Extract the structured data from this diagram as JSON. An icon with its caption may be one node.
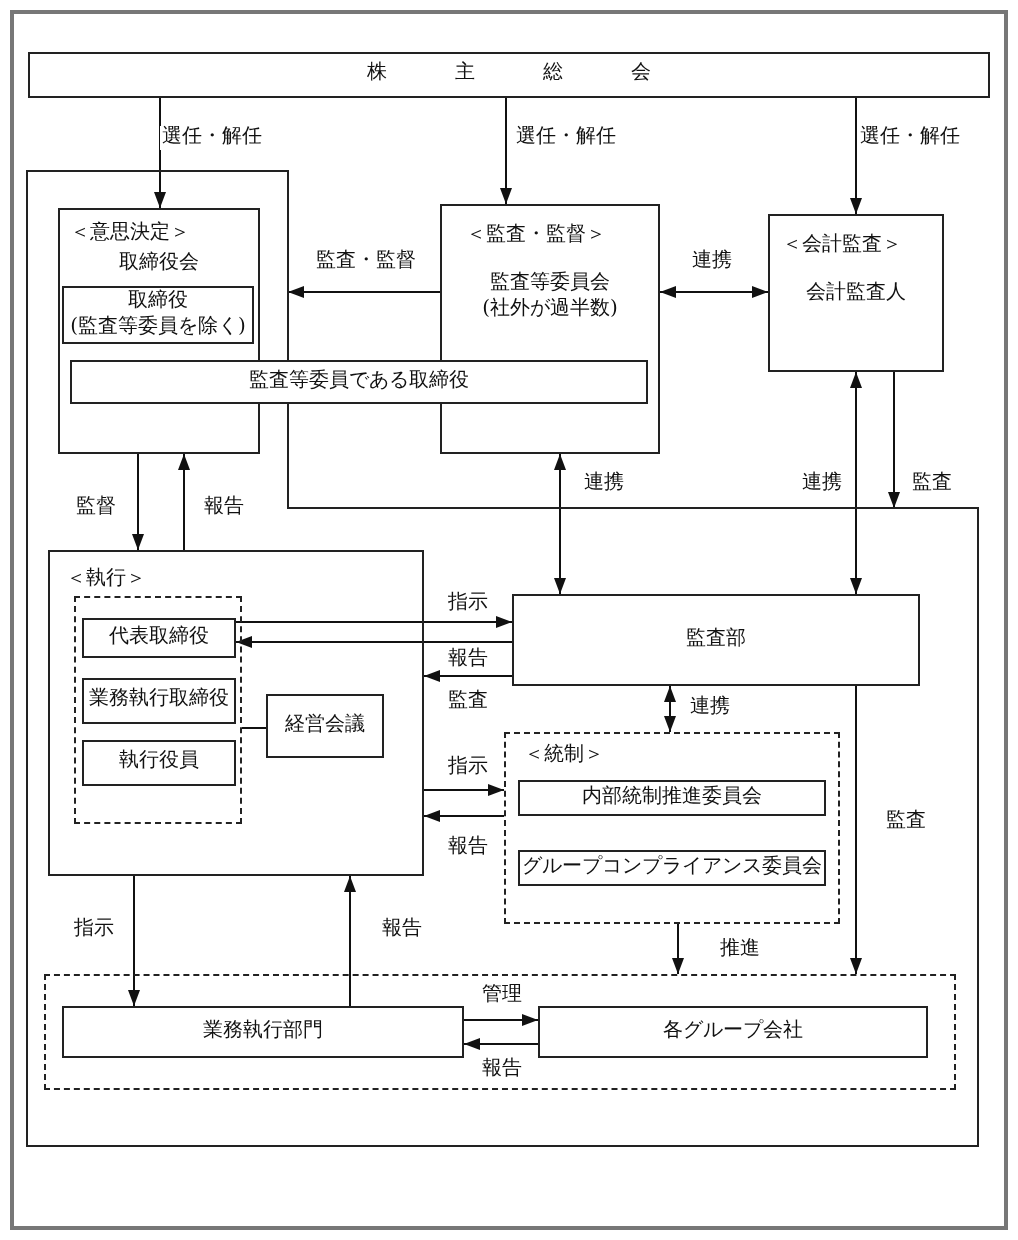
{
  "diagram": {
    "nodes": [
      {
        "text": [
          "株主総会"
        ]
      },
      {
        "text": [],
        "shape": "box"
      },
      {
        "text": [
          "＜意思決定＞",
          "取締役会"
        ],
        "in": 1
      },
      {
        "text": [
          "取締役 (監査等委員を除く)"
        ],
        "in": 2
      },
      {
        "text": [
          "＜監査・監督＞",
          "監査等委員会 (社外が過半数)"
        ]
      },
      {
        "text": [
          "監査等委員である取締役"
        ]
      },
      {
        "text": [
          "＜会計監査＞",
          "会計監査人"
        ]
      },
      {
        "text": [
          "＜執行＞"
        ],
        "in": 1
      },
      {
        "text": [],
        "shape": "box",
        "in": 7
      },
      {
        "text": [
          "代表取締役"
        ],
        "in": 8
      },
      {
        "text": [
          "業務執行取締役"
        ],
        "in": 8
      },
      {
        "text": [
          "執行役員"
        ],
        "in": 8
      },
      {
        "text": [
          "経営会議"
        ],
        "in": 7
      },
      {
        "text": [
          "監査部"
        ],
        "in": 1
      },
      {
        "text": [
          "＜統制＞"
        ],
        "in": 1
      },
      {
        "text": [
          "内部統制推進委員会"
        ],
        "in": 14
      },
      {
        "text": [
          "グループコンプライアンス委員会"
        ],
        "in": 14
      },
      {
        "text": [],
        "shape": "box",
        "in": 1
      },
      {
        "text": [
          "業務執行部門"
        ],
        "in": 17
      },
      {
        "text": [
          "各グループ会社"
        ],
        "in": 17
      }
    ],
    "edges": [
      {
        "from": 0,
        "to": 2,
        "arrow": "to",
        "label": "選任・解任"
      },
      {
        "from": 0,
        "to": 4,
        "arrow": "to",
        "label": "選任・解任"
      },
      {
        "from": 0,
        "to": 6,
        "arrow": "to",
        "label": "選任・解任"
      },
      {
        "from": 4,
        "to": 1,
        "arrow": "to",
        "label": "監査・監督"
      },
      {
        "from": 4,
        "to": 6,
        "arrow": "both",
        "label": "連携"
      },
      {
        "from": 4,
        "to": 13,
        "arrow": "both",
        "label": "連携"
      },
      {
        "from": 6,
        "to": 13,
        "arrow": "both",
        "label": "連携"
      },
      {
        "from": 6,
        "to": 1,
        "arrow": "to",
        "label": "監査"
      },
      {
        "from": 2,
        "to": 7,
        "arrow": "to",
        "label": "監督"
      },
      {
        "from": 7,
        "to": 2,
        "arrow": "to",
        "label": "報告"
      },
      {
        "from": 9,
        "to": 13,
        "arrow": "to",
        "label": "指示"
      },
      {
        "from": 13,
        "to": 9,
        "arrow": "to",
        "label": "報告"
      },
      {
        "from": 13,
        "to": 7,
        "arrow": "to",
        "label": "監査"
      },
      {
        "from": 13,
        "to": 14,
        "arrow": "both",
        "label": "連携"
      },
      {
        "from": 7,
        "to": 14,
        "arrow": "to",
        "label": "指示"
      },
      {
        "from": 14,
        "to": 7,
        "arrow": "to",
        "label": "報告"
      },
      {
        "from": 14,
        "to": 17,
        "arrow": "to",
        "label": "推進"
      },
      {
        "from": 13,
        "to": 17,
        "arrow": "to",
        "label": "監査"
      },
      {
        "from": 7,
        "to": 18,
        "arrow": "to",
        "label": "指示"
      },
      {
        "from": 18,
        "to": 7,
        "arrow": "to",
        "label": "報告"
      },
      {
        "from": 18,
        "to": 19,
        "arrow": "to",
        "label": "管理"
      },
      {
        "from": 19,
        "to": 18,
        "arrow": "to",
        "label": "報告"
      },
      {
        "from": 8,
        "to": 12,
        "arrow": "none"
      }
    ]
  }
}
